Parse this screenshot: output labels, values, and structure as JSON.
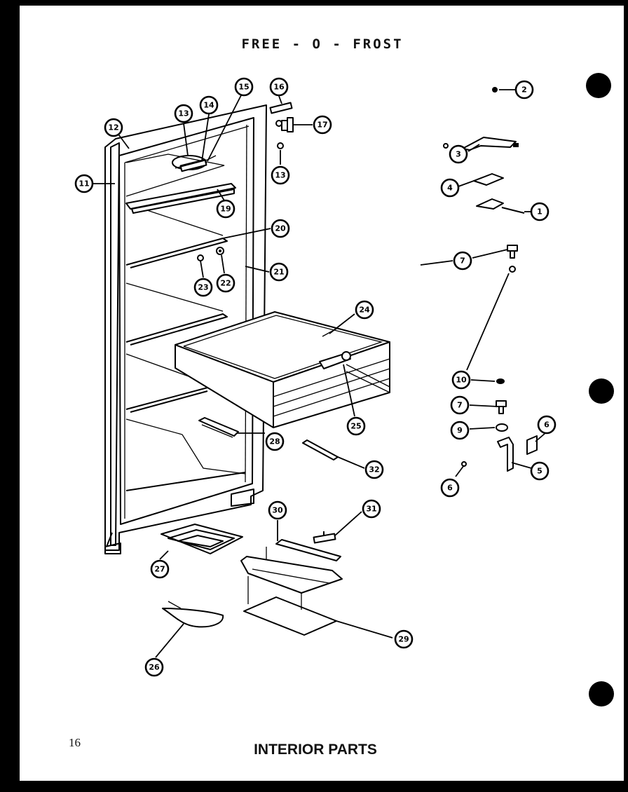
{
  "header": {
    "title": "FREE - O - FROST"
  },
  "footer": {
    "page_number": "16",
    "caption": "INTERIOR PARTS"
  },
  "callouts": [
    {
      "id": "c1",
      "label": "1"
    },
    {
      "id": "c2",
      "label": "2"
    },
    {
      "id": "c3",
      "label": "3"
    },
    {
      "id": "c4",
      "label": "4"
    },
    {
      "id": "c5",
      "label": "5"
    },
    {
      "id": "c6a",
      "label": "6"
    },
    {
      "id": "c6b",
      "label": "6"
    },
    {
      "id": "c7a",
      "label": "7"
    },
    {
      "id": "c7b",
      "label": "7"
    },
    {
      "id": "c9",
      "label": "9"
    },
    {
      "id": "c10",
      "label": "10"
    },
    {
      "id": "c11",
      "label": "11"
    },
    {
      "id": "c12",
      "label": "12"
    },
    {
      "id": "c13a",
      "label": "13"
    },
    {
      "id": "c13b",
      "label": "13"
    },
    {
      "id": "c14",
      "label": "14"
    },
    {
      "id": "c15",
      "label": "15"
    },
    {
      "id": "c16",
      "label": "16"
    },
    {
      "id": "c17",
      "label": "17"
    },
    {
      "id": "c19",
      "label": "19"
    },
    {
      "id": "c20",
      "label": "20"
    },
    {
      "id": "c21",
      "label": "21"
    },
    {
      "id": "c22",
      "label": "22"
    },
    {
      "id": "c23",
      "label": "23"
    },
    {
      "id": "c24",
      "label": "24"
    },
    {
      "id": "c25",
      "label": "25"
    },
    {
      "id": "c26",
      "label": "26"
    },
    {
      "id": "c27",
      "label": "27"
    },
    {
      "id": "c28",
      "label": "28"
    },
    {
      "id": "c29",
      "label": "29"
    },
    {
      "id": "c30",
      "label": "30"
    },
    {
      "id": "c31",
      "label": "31"
    },
    {
      "id": "c32",
      "label": "32"
    }
  ]
}
